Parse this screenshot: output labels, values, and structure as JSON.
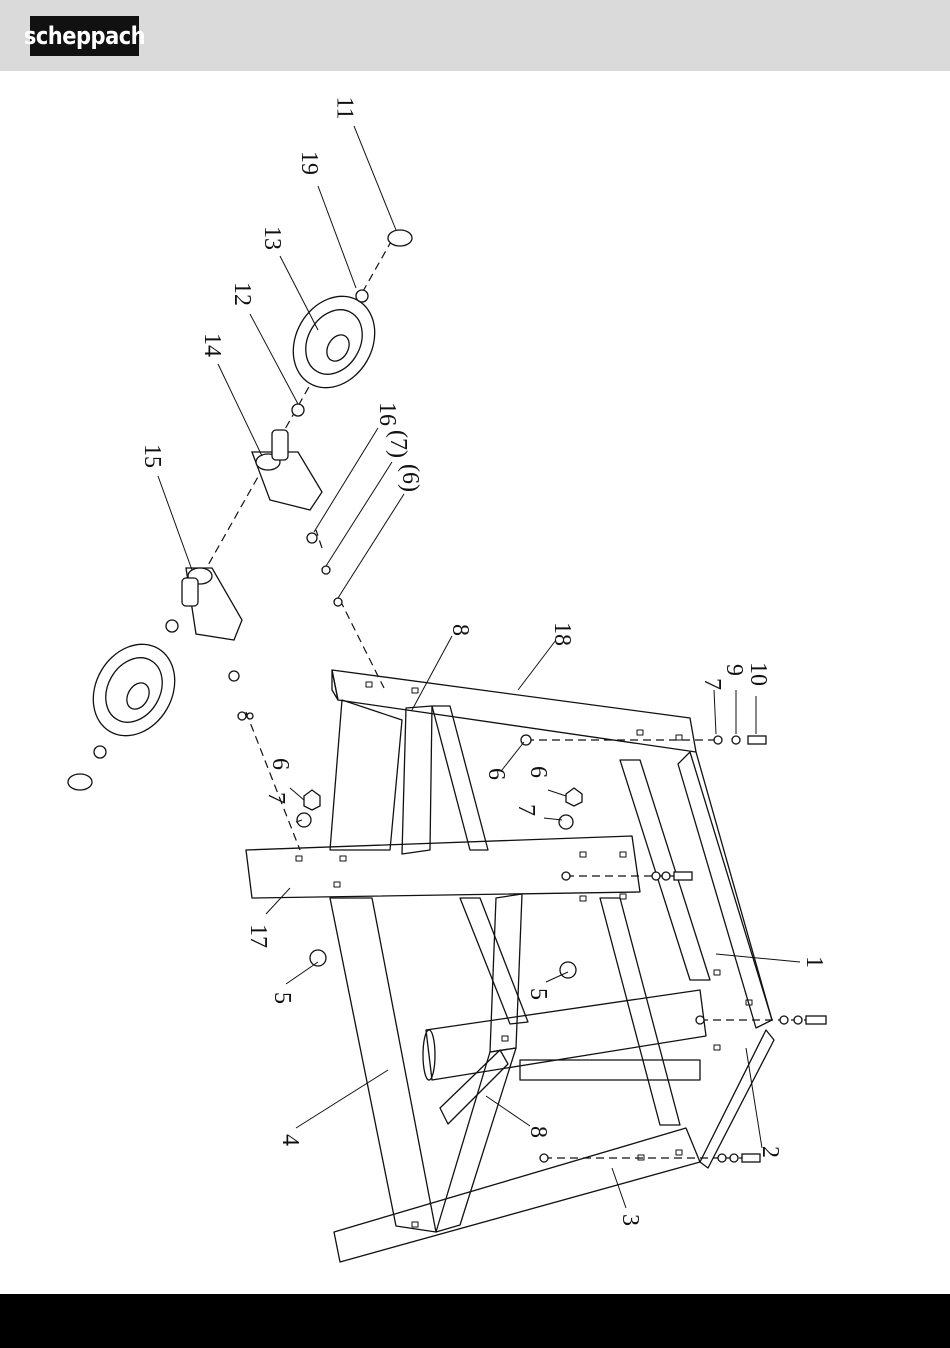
{
  "header": {
    "brand": "scheppach"
  },
  "colors": {
    "header_bg": "#dadada",
    "footer_bg": "#000000",
    "line": "#111111"
  },
  "callouts": [
    {
      "id": "c11",
      "label": "11"
    },
    {
      "id": "c19",
      "label": "19"
    },
    {
      "id": "c13",
      "label": "13"
    },
    {
      "id": "c12",
      "label": "12"
    },
    {
      "id": "c14",
      "label": "14"
    },
    {
      "id": "c15",
      "label": "15"
    },
    {
      "id": "c16",
      "label": "16"
    },
    {
      "id": "c7a",
      "label": "(7)"
    },
    {
      "id": "c6a",
      "label": "(6)"
    },
    {
      "id": "c8a",
      "label": "8"
    },
    {
      "id": "c18",
      "label": "18"
    },
    {
      "id": "c10",
      "label": "10"
    },
    {
      "id": "c9",
      "label": "9"
    },
    {
      "id": "c7b",
      "label": "7"
    },
    {
      "id": "c6b",
      "label": "6"
    },
    {
      "id": "c6c",
      "label": "6"
    },
    {
      "id": "c7c",
      "label": "7"
    },
    {
      "id": "c6d",
      "label": "6"
    },
    {
      "id": "c7d",
      "label": "7"
    },
    {
      "id": "c17",
      "label": "17"
    },
    {
      "id": "c5a",
      "label": "5"
    },
    {
      "id": "c5b",
      "label": "5"
    },
    {
      "id": "c1",
      "label": "1"
    },
    {
      "id": "c4",
      "label": "4"
    },
    {
      "id": "c8b",
      "label": "8"
    },
    {
      "id": "c2",
      "label": "2"
    },
    {
      "id": "c3",
      "label": "3"
    }
  ]
}
